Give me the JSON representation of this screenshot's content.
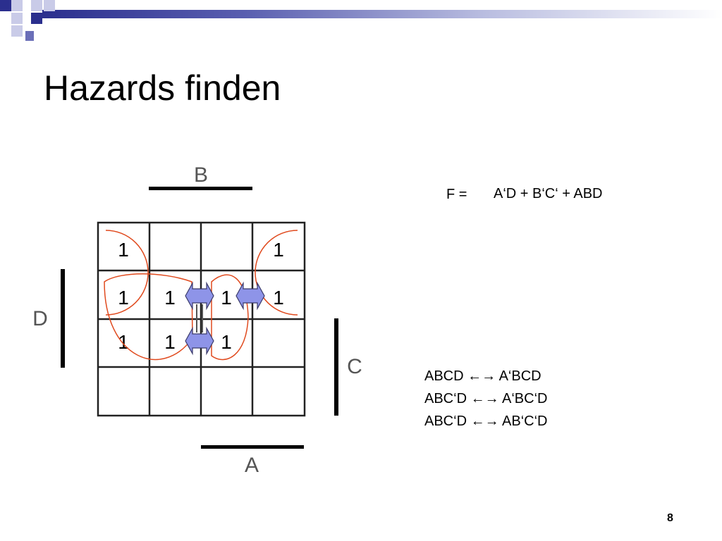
{
  "title": "Hazards finden",
  "slide_number": "8",
  "formula": {
    "lhs": "F =",
    "rhs": "A‘D  + B‘C‘ + ABD"
  },
  "kmap": {
    "labels": {
      "B": "B",
      "D": "D",
      "C": "C",
      "A": "A"
    },
    "cells": [
      [
        "1",
        "",
        "",
        "1"
      ],
      [
        "1",
        "1",
        "1",
        "1"
      ],
      [
        "1",
        "1",
        "1",
        ""
      ],
      [
        "",
        "",
        "",
        ""
      ]
    ]
  },
  "transitions": [
    "ABCD ←→ A‘BCD",
    "ABC‘D ←→ A‘BC‘D",
    "ABC‘D ←→ AB‘C‘D"
  ],
  "colors": {
    "loop": "#e04a1e",
    "arrow_fill": "#8e94e8",
    "arrow_stroke": "#3a3a6a",
    "accent": "#2b2f8e"
  }
}
